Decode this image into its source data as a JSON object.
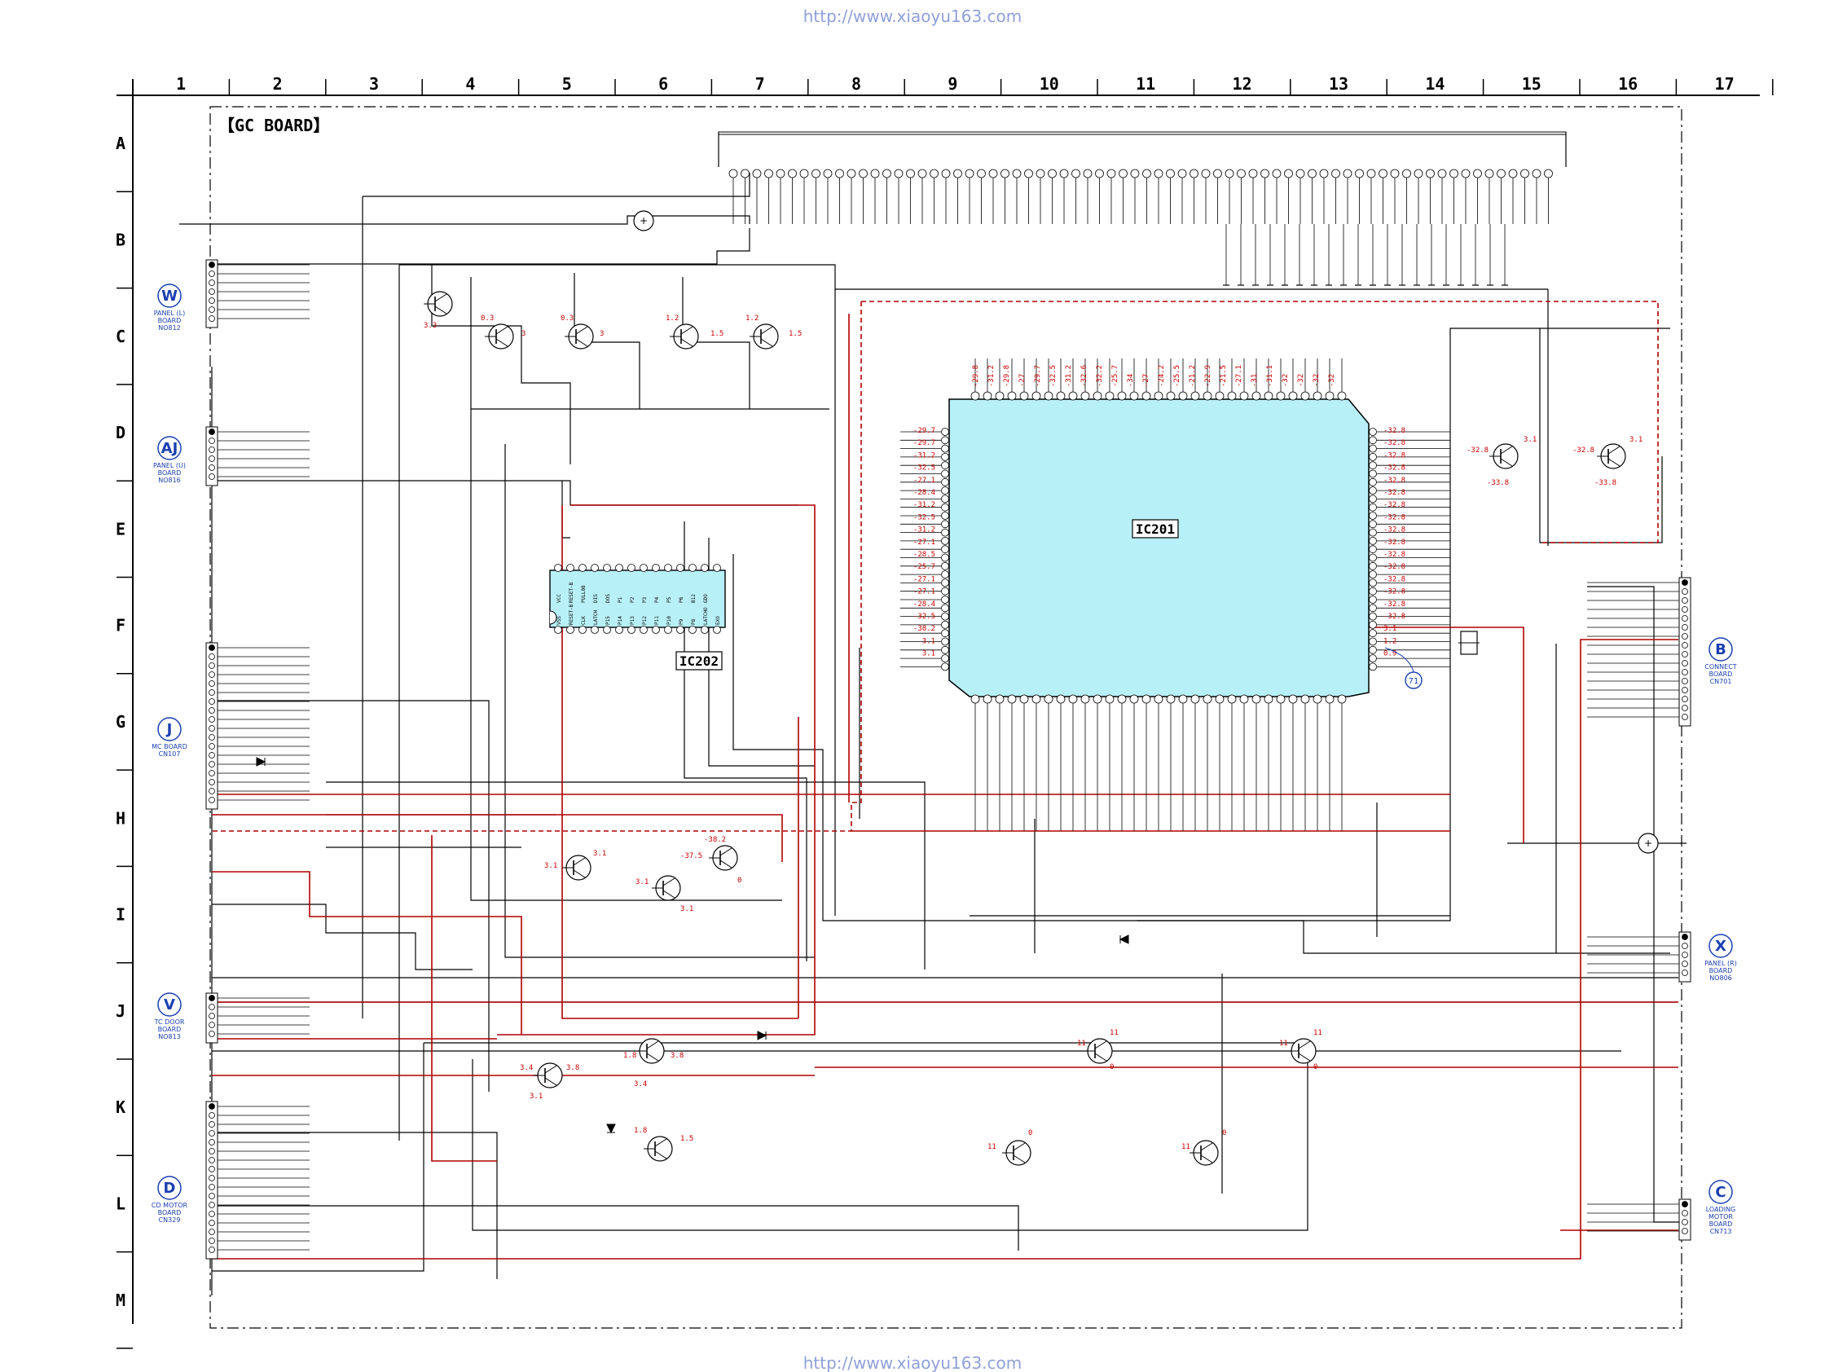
{
  "header": {
    "url_top": "http://www.xiaoyu163.com",
    "url_bottom": "http://www.xiaoyu163.com"
  },
  "board_title": "【GC BOARD】",
  "grid": {
    "columns": [
      "1",
      "2",
      "3",
      "4",
      "5",
      "6",
      "7",
      "8",
      "9",
      "10",
      "11",
      "12",
      "13",
      "14",
      "15",
      "16",
      "17"
    ],
    "rows": [
      "A",
      "B",
      "C",
      "D",
      "E",
      "F",
      "G",
      "H",
      "I",
      "J",
      "K",
      "L",
      "M"
    ]
  },
  "ics": {
    "ic201": {
      "name": "IC201"
    },
    "ic202": {
      "name": "IC202",
      "top_pin_labels": [
        "VCC",
        "RESET-B",
        "PULL08",
        "DIS",
        "DOS",
        "P1",
        "P2",
        "P3",
        "P4",
        "P5",
        "P6",
        "B12",
        "GDO"
      ],
      "bottom_pin_labels": [
        "VSS",
        "RESET-B",
        "CLK",
        "LATCH",
        "P15",
        "P14",
        "P13",
        "P12",
        "P11",
        "P10",
        "P9",
        "P8",
        "LATCHO",
        "EXO"
      ]
    }
  },
  "connectors": {
    "W": {
      "id": "W",
      "lines": [
        "PANEL (L)",
        "BOARD",
        "NO812"
      ]
    },
    "AJ": {
      "id": "AJ",
      "lines": [
        "PANEL (U)",
        "BOARD",
        "NO816"
      ]
    },
    "J": {
      "id": "J",
      "lines": [
        "MC BOARD",
        "CN107"
      ]
    },
    "V": {
      "id": "V",
      "lines": [
        "TC DOOR",
        "BOARD",
        "NO813"
      ]
    },
    "D": {
      "id": "D",
      "lines": [
        "CD MOTOR",
        "BOARD",
        "CN329"
      ]
    },
    "B": {
      "id": "B",
      "lines": [
        "CONNECT",
        "BOARD",
        "CN701"
      ]
    },
    "X": {
      "id": "X",
      "lines": [
        "PANEL (R)",
        "BOARD",
        "NO806"
      ]
    },
    "C": {
      "id": "C",
      "lines": [
        "LOADING",
        "MOTOR",
        "BOARD",
        "CN713"
      ]
    }
  },
  "ic201_left_voltages": [
    "-29.7",
    "-29.7",
    "-31.2",
    "-32.5",
    "-27.1",
    "-28.4",
    "-31.2",
    "-32.5",
    "-31.2",
    "-27.1",
    "-28.5",
    "-25.7",
    "-27.1",
    "-27.1",
    "-28.4",
    "-32.5",
    "-38.2",
    "3.1",
    "3.1"
  ],
  "ic201_right_voltages": [
    "-32.8",
    "-32.8",
    "-32.8",
    "-32.8",
    "-32.8",
    "-32.8",
    "-32.8",
    "-32.8",
    "-32.8",
    "-32.8",
    "-32.8",
    "-32.8",
    "-32.8",
    "-32.8",
    "-32.8",
    "-32.8",
    "3.1",
    "1.2",
    "0.9"
  ],
  "ic201_top_voltages": [
    "-29.8",
    "-31.2",
    "-29.8",
    "-27",
    "-29.7",
    "-32.5",
    "-31.2",
    "-32.6",
    "-32.2",
    "-25.7",
    "-34",
    "-27",
    "-24.2",
    "-25.5",
    "-21.2",
    "-22.9",
    "-21.5",
    "-27.1",
    "-31",
    "-31.1",
    "-32",
    "-32",
    "-32",
    "-32"
  ],
  "misc_labels": {
    "marker_71": "71",
    "t_q1": [
      "3.3",
      "0.3",
      "3",
      "0.3",
      "3",
      "1.2",
      "1.5",
      "1.2",
      "1.5"
    ],
    "t_right": [
      "-32.8",
      "3.1",
      "-33.8",
      "-32.8",
      "3.1",
      "-33.8"
    ],
    "t_mid": [
      "3.1",
      "3.1",
      "3.1",
      "-38.2",
      "-37.5",
      "0",
      "3.1"
    ],
    "t_low": [
      "3.4",
      "3.8",
      "1.8",
      "3.8",
      "3.1",
      "3.4",
      "1.8",
      "1.5",
      "11",
      "11",
      "0",
      "11",
      "11",
      "0",
      "11",
      "0",
      "11",
      "0"
    ]
  }
}
